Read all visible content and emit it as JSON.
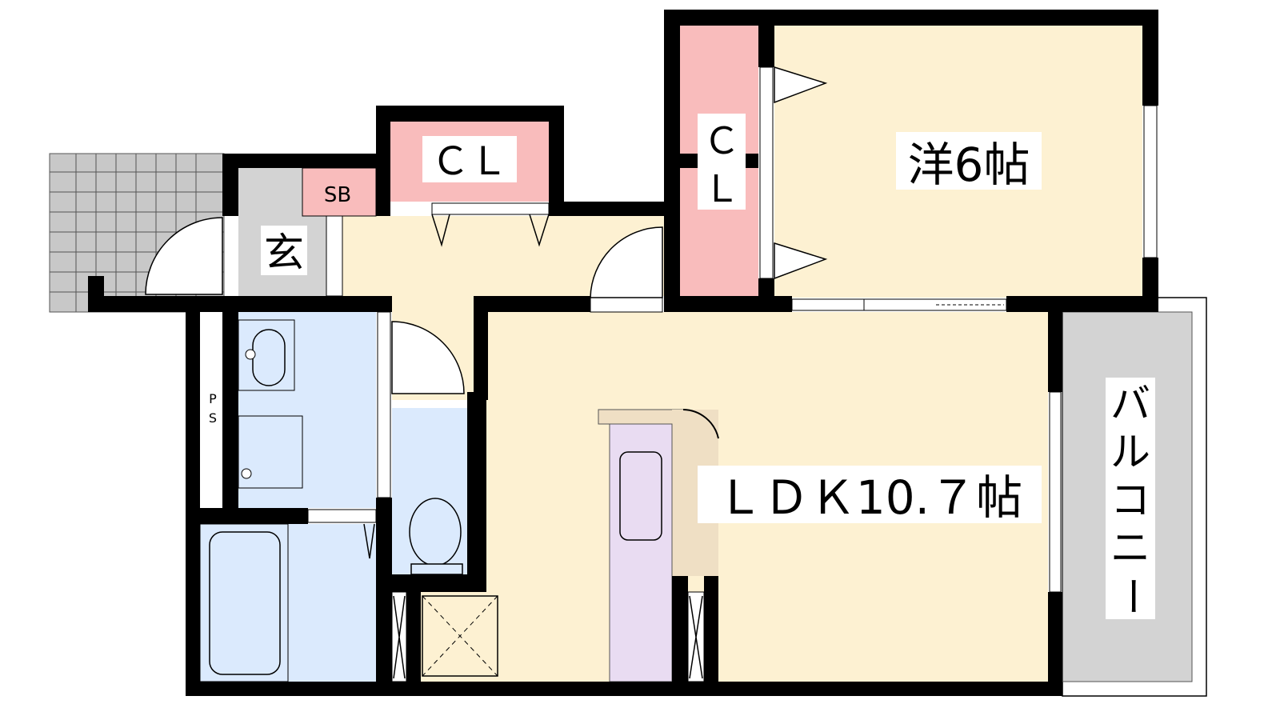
{
  "rooms": {
    "closet_top": "ＣＬ",
    "shoebox": "SB",
    "entrance": "玄",
    "closet_side_1": "Ｃ",
    "closet_side_2": "Ｌ",
    "western_room": "洋6帖",
    "ldk": "ＬＤＫ10.７帖",
    "balcony": [
      "バ",
      "ル",
      "コ",
      "ニ",
      "ー"
    ],
    "pipe_space": [
      "P",
      "S"
    ]
  },
  "colors": {
    "living": "#fdf1d2",
    "wet": "#dbeafd",
    "closet": "#f9bcbc",
    "entrance": "#d3d3d3",
    "kitchen": "#e9dcf2",
    "counter": "#efdfc4",
    "wall": "#000000"
  }
}
